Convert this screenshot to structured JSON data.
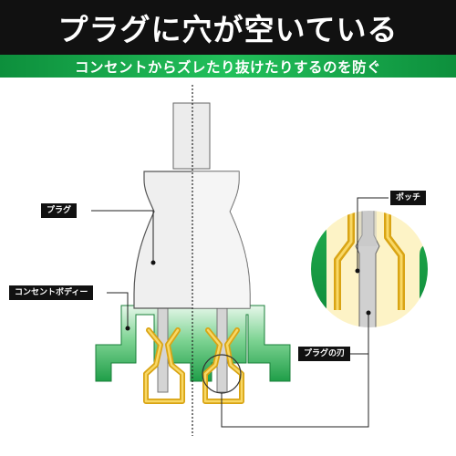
{
  "header": {
    "title": "プラグに穴が空いている",
    "subtitle": "コンセントからズレたり抜けたりするのを防ぐ"
  },
  "labels": {
    "plug": "プラグ",
    "outlet_body": "コンセントボディー",
    "notch": "ポッチ",
    "plug_blade": "プラグの刃"
  },
  "colors": {
    "title_bg": "#111111",
    "subtitle_green": "#1fb255",
    "outlet_green": "#2fb35c",
    "contact_gold": "#f2c832",
    "zoom_cream": "#fdf3c6"
  }
}
